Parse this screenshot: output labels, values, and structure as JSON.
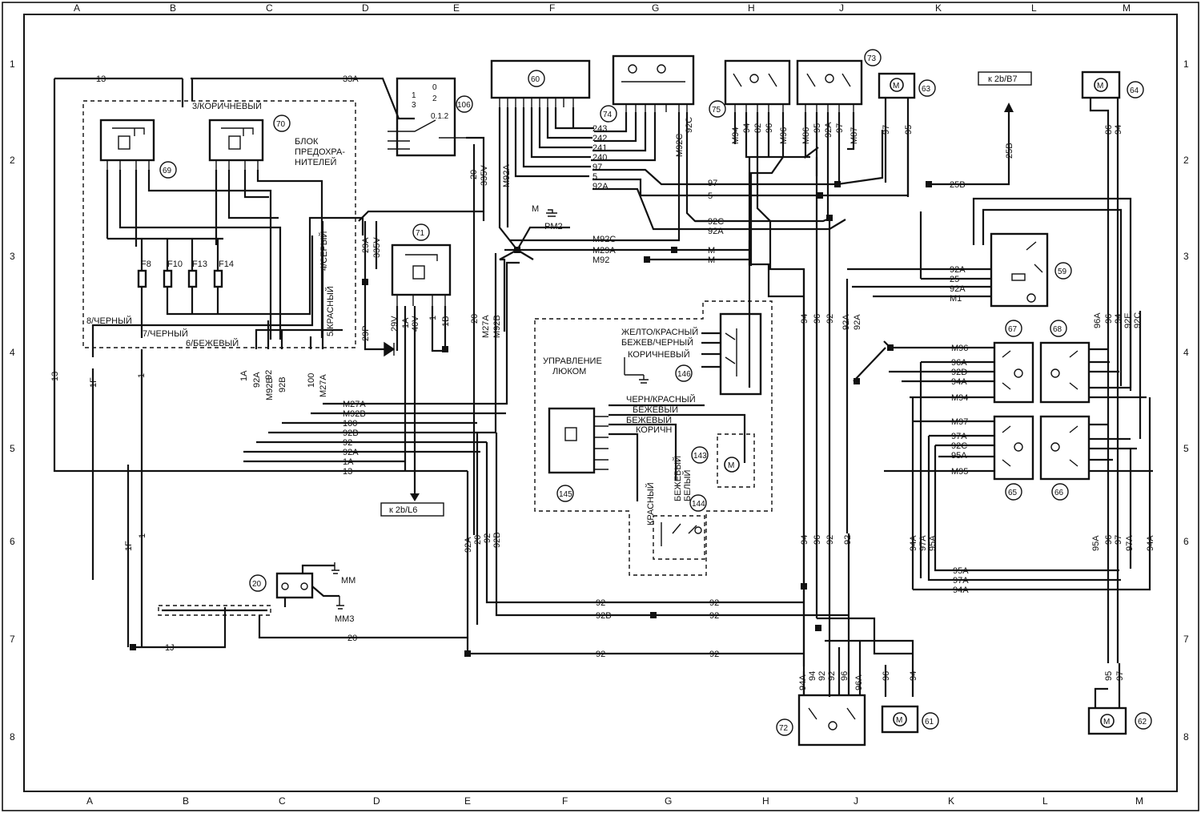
{
  "grid": {
    "columns": [
      "A",
      "B",
      "C",
      "D",
      "E",
      "F",
      "G",
      "H",
      "J",
      "K",
      "L",
      "M"
    ],
    "rows": [
      "1",
      "2",
      "3",
      "4",
      "5",
      "6",
      "7",
      "8"
    ]
  },
  "components": {
    "c20": "20",
    "c59": "59",
    "c60": "60",
    "c61": "61",
    "c62": "62",
    "c63": "63",
    "c64": "64",
    "c65": "65",
    "c66": "66",
    "c67": "67",
    "c68": "68",
    "c69": "69",
    "c70": "70",
    "c71": "71",
    "c72": "72",
    "c73": "73",
    "c74": "74",
    "c75": "75",
    "c106": "106",
    "c143": "143",
    "c144": "144",
    "c145": "145",
    "c146": "146"
  },
  "texts": {
    "fuse_block": "БЛОК ПРЕДОХРА- НИТЕЛЕЙ",
    "sunroof_control": "УПРАВЛЕНИЕ ЛЮКОМ",
    "ref_2b_b7": "к 2b/B7",
    "ref_2b_l6": "к 2b/L6",
    "switch_pos": [
      "0",
      "1",
      "2",
      "3",
      "0.1.2"
    ],
    "ground_m": "M",
    "ground_pm2": "PM2",
    "ground_mm": "MM",
    "ground_mm3": "MM3",
    "fuses": [
      "F8",
      "F10",
      "F13",
      "F14"
    ],
    "wire_colors": {
      "c3": "3/КОРИЧНЕВЫЙ",
      "c4": "4/СЕРЫЙ",
      "c5": "5/КРАСНЫЙ",
      "c6": "6/БЕЖЕВЫЙ",
      "c7": "7/ЧЕРНЫЙ",
      "c8": "8/ЧЕРНЫЙ",
      "yel_red": "ЖЕЛТО/КРАСНЫЙ",
      "beige_black": "БЕЖЕВ/ЧЕРНЫЙ",
      "brown": "КОРИЧНЕВЫЙ",
      "black_red": "ЧЕРН/КРАСНЫЙ",
      "beige1": "БЕЖЕВЫЙ",
      "beige2": "БЕЖЕВЫЙ",
      "brown_short": "КОРИЧН",
      "beige_v": "БЕЖЕВЫЙ",
      "white_v": "БЕЛЫЙ",
      "red_v": "КРАСНЫЙ"
    },
    "wires": {
      "w13": "13",
      "w33A": "33A",
      "w20": "20",
      "w335V": "335V",
      "w29A": "29A",
      "w29P": "29P",
      "w29V": "29V",
      "w1A": "1A",
      "w40V": "40V",
      "w1": "1",
      "w1B": "1B",
      "w1F": "1F",
      "w1J": "1J",
      "wM92A": "M92A",
      "wM27A": "M27A",
      "wM92B": "M92B",
      "w92B": "92B",
      "w100": "100",
      "w92": "92",
      "w92A": "92A",
      "w92C": "92C",
      "w97": "97",
      "w5": "5",
      "w240": "240",
      "w241": "241",
      "w242": "242",
      "w243": "243",
      "wM92C": "M92C",
      "wM29A": "M29A",
      "wM92": "M92",
      "wM": "M",
      "wM94": "M94",
      "w94": "94",
      "w82": "82",
      "w96": "96",
      "wM96": "M96",
      "wM86": "M86",
      "w95": "95",
      "wM87": "M87",
      "w25B": "25B",
      "w25": "25",
      "wM1": "M1",
      "w96A": "96A",
      "w92D": "92D",
      "w94A": "94A",
      "wM97": "M97",
      "w97A": "97A",
      "w95A": "95A",
      "wM95": "M95",
      "w86": "86",
      "w92E": "92E"
    }
  }
}
